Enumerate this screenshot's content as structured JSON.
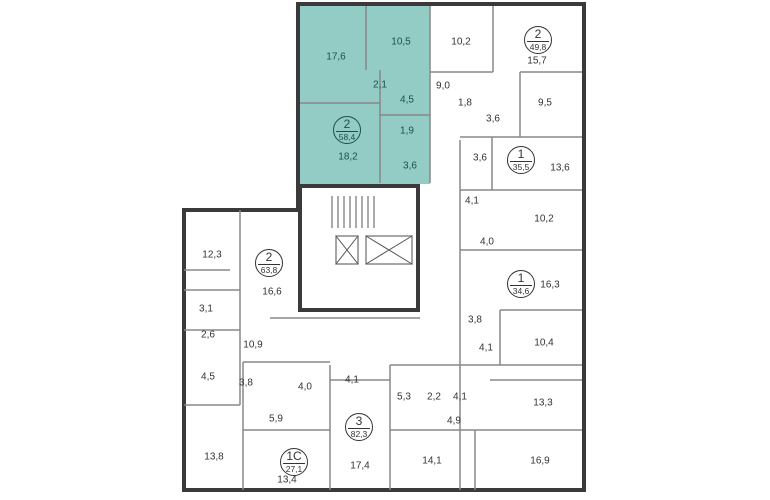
{
  "colors": {
    "highlight": "#93cbc5",
    "wall": "#3a3a3a",
    "inner": "#888888"
  },
  "apartments": [
    {
      "id": "a1",
      "rooms": "2",
      "area": "58,4",
      "highlighted": true
    },
    {
      "id": "a2",
      "rooms": "2",
      "area": "49,8"
    },
    {
      "id": "a3",
      "rooms": "1",
      "area": "35,5"
    },
    {
      "id": "a4",
      "rooms": "1",
      "area": "34,6"
    },
    {
      "id": "a5",
      "rooms": "2",
      "area": "63,8"
    },
    {
      "id": "a6",
      "rooms": "3",
      "area": "82,3"
    },
    {
      "id": "a7",
      "rooms": "1С",
      "area": "27,1"
    }
  ],
  "rooms": [
    "17,6",
    "10,5",
    "2,1",
    "4,5",
    "1,9",
    "3,6",
    "18,2",
    "10,2",
    "15,7",
    "9,0",
    "1,8",
    "3,6",
    "9,5",
    "3,6",
    "13,6",
    "4,1",
    "4,0",
    "10,2",
    "16,3",
    "3,8",
    "4,1",
    "10,4",
    "13,3",
    "4,9",
    "2,2",
    "4,1",
    "5,3",
    "14,1",
    "16,9",
    "4,1",
    "17,4",
    "13,4",
    "5,9",
    "3,8",
    "4,0",
    "13,8",
    "10,9",
    "4,5",
    "2,6",
    "3,1",
    "12,3",
    "16,6"
  ]
}
